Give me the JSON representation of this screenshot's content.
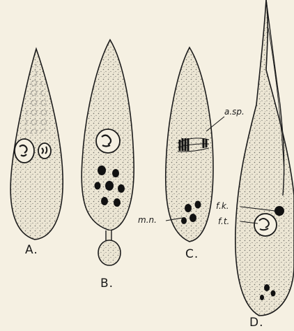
{
  "figure": {
    "panels": [
      {
        "id": "A",
        "label": "A."
      },
      {
        "id": "B",
        "label": "B."
      },
      {
        "id": "C",
        "label": "C."
      },
      {
        "id": "D",
        "label": "D."
      }
    ],
    "annotations": {
      "asp": "a.sp.",
      "mn": "m.n.",
      "fk": "f.k.",
      "ft": "f.t."
    },
    "colors": {
      "background": "#f5f0e2",
      "cell_fill": "#ece6d4",
      "ink": "#1a1a1a"
    }
  }
}
